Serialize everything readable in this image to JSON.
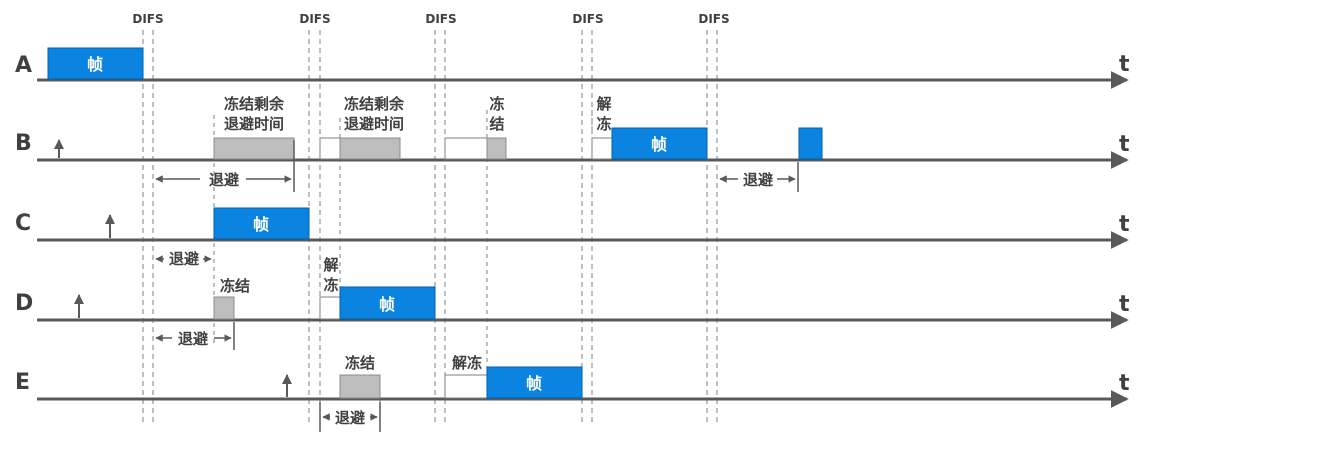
{
  "colors": {
    "axis": "#595959",
    "frame_blue": "#0a84e0",
    "frame_border": "#0060b0",
    "gray_block": "#bdbdbd",
    "gray_border": "#8c8c8c",
    "text": "#404040",
    "frame_text": "#ffffff",
    "guide": "#7f7f7f"
  },
  "difs_label": "DIFS",
  "axis_end_label": "t",
  "stations": [
    {
      "id": "A",
      "label": "A"
    },
    {
      "id": "B",
      "label": "B"
    },
    {
      "id": "C",
      "label": "C"
    },
    {
      "id": "D",
      "label": "D"
    },
    {
      "id": "E",
      "label": "E"
    }
  ],
  "frame_label": "帧",
  "backoff_label": "退避",
  "freeze_label": "冻结",
  "unfreeze_label": "解冻",
  "b_freeze_remaining_line1": "冻结剩余",
  "b_freeze_remaining_line2": "退避时间",
  "b_freeze_vertical_1": "冻",
  "b_freeze_vertical_2": "结",
  "b_unfreeze_vertical_1": "解",
  "b_unfreeze_vertical_2": "冻",
  "d_unfreeze_vertical_1": "解",
  "d_unfreeze_vertical_2": "冻"
}
